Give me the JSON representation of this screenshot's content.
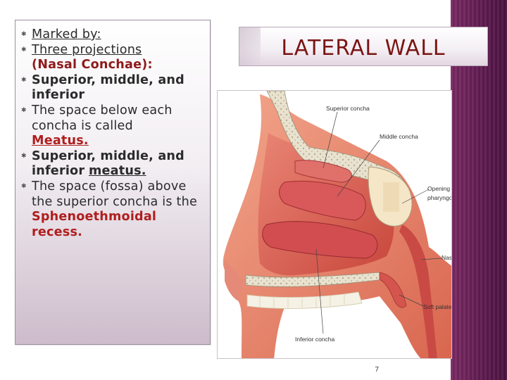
{
  "slide": {
    "title": "LATERAL WALL",
    "page_number": "7",
    "colors": {
      "accent_strip": "#5d1a4f",
      "title": "#7a1515",
      "red_text": "#b01e1e"
    },
    "bullets": [
      {
        "icon": "bullet-marker-icon",
        "text": "Marked by:"
      },
      {
        "icon": "bullet-marker-icon",
        "text_a": "Three projections",
        "text_b": "(Nasal Conchae):"
      },
      {
        "icon": "bullet-marker-icon",
        "text": "Superior, middle, and inferior"
      },
      {
        "icon": "bullet-marker-icon",
        "text": "The space below each concha is called",
        "term": "Meatus."
      },
      {
        "icon": "bullet-marker-icon",
        "text": "Superior, middle, and inferior",
        "term": "meatus."
      },
      {
        "icon": "bullet-marker-icon",
        "text": "The space (fossa) above the superior concha is the",
        "term": "Sphenoethmoidal recess."
      }
    ],
    "figure_labels": {
      "superior_concha": "Superior concha",
      "middle_concha": "Middle concha",
      "opening_1": "Opening of",
      "opening_2": "pharyngotympanic tube",
      "nasopharynx": "Nasopharynx",
      "soft_palate": "Soft palate",
      "inferior_concha": "Inferior concha"
    }
  }
}
